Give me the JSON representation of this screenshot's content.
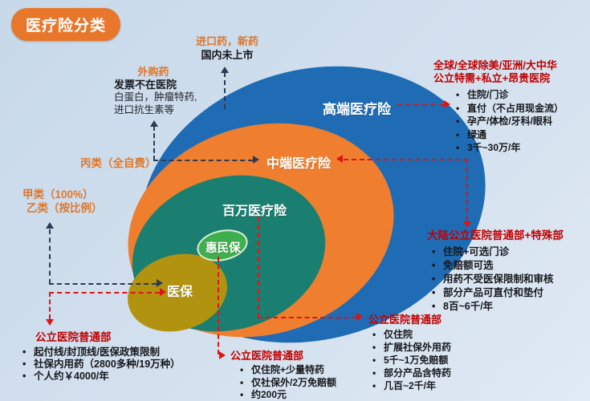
{
  "title": "医疗险分类",
  "colors": {
    "background": "#d3e0ee",
    "title_bg": "#e8772b",
    "ring_blue": "#1f6cb4",
    "ring_orange": "#ef7f2f",
    "ring_teal": "#1a7f70",
    "ring_olive": "#b29310",
    "ring_green": "#3fae4e",
    "red_accent": "#c00000",
    "red_arrow": "#dd1414",
    "dark_arrow": "#2b3b55",
    "orange_text": "#e0762a"
  },
  "rings": [
    {
      "name": "gaoduan",
      "label": "高端医疗险"
    },
    {
      "name": "zhongduan",
      "label": "中端医疗险"
    },
    {
      "name": "baiwan",
      "label": "百万医疗险"
    },
    {
      "name": "huiminbao",
      "label": "惠民保"
    },
    {
      "name": "yibao",
      "label": "医保"
    }
  ],
  "annotations": {
    "import_drugs": {
      "line1": "进口药，新药",
      "line2": "国内未上市"
    },
    "external_drugs": {
      "title": "外购药",
      "lines": [
        "发票不在医院",
        "白蛋白，肿瘤特药,",
        "进口抗生素等"
      ]
    },
    "class_c": "丙类（全自费）",
    "class_a": "甲类（100%）",
    "class_b": "乙类（按比例）"
  },
  "panels": {
    "high_end": {
      "title_line1": "全球/全球除美/亚洲/大中华",
      "title_line2": "公立特需+私立+昂贵医院",
      "bullets": [
        "住院/门诊",
        "直付（不占用现金流）",
        "孕产/体检/牙科/眼科",
        "绿通",
        "3千~30万/年"
      ]
    },
    "mid_end": {
      "title": "大陆公立医院普通部+特殊部",
      "bullets": [
        "住院+可选门诊",
        "免赔额可选",
        "用药不受医保限制和审核",
        "部分产品可直付和垫付",
        "8百~6千/年"
      ]
    },
    "million": {
      "title": "公立医院普通部",
      "bullets": [
        "仅住院",
        "扩展社保外用药",
        "5千~1万免赔额",
        "部分产品含特药",
        "几百~2千/年"
      ]
    },
    "huiminbao": {
      "title": "公立医院普通部",
      "bullets": [
        "仅住院+少量特药",
        "仅社保外/2万免赔额",
        "约200元"
      ]
    },
    "yibao": {
      "title": "公立医院普通部",
      "bullets": [
        "起付线/封顶线/医保政策限制",
        "社保内用药（2800多种/19万种）",
        "个人约￥4000/年"
      ]
    }
  }
}
